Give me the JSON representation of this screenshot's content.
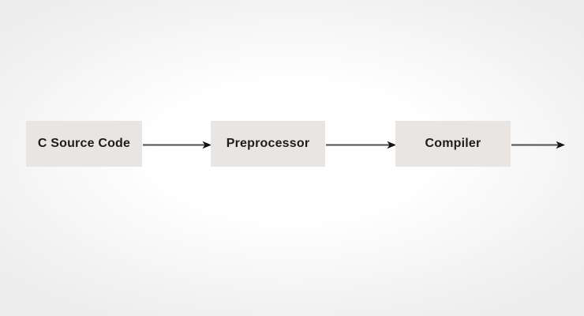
{
  "diagram": {
    "type": "flowchart",
    "direction": "left-to-right",
    "nodes": [
      {
        "id": "c-source-code",
        "label": "C Source Code"
      },
      {
        "id": "preprocessor",
        "label": "Preprocessor"
      },
      {
        "id": "compiler",
        "label": "Compiler"
      }
    ],
    "edges": [
      {
        "from": "c-source-code",
        "to": "preprocessor"
      },
      {
        "from": "preprocessor",
        "to": "compiler"
      },
      {
        "from": "compiler",
        "to": "offscreen-right"
      }
    ],
    "colors": {
      "background_center": "#ffffff",
      "background_edge": "#ededed",
      "node_fill": "#e9e5e3",
      "node_text": "#1d1d1d",
      "arrow_line": "#4d4d4d",
      "arrow_head": "#141414"
    }
  }
}
